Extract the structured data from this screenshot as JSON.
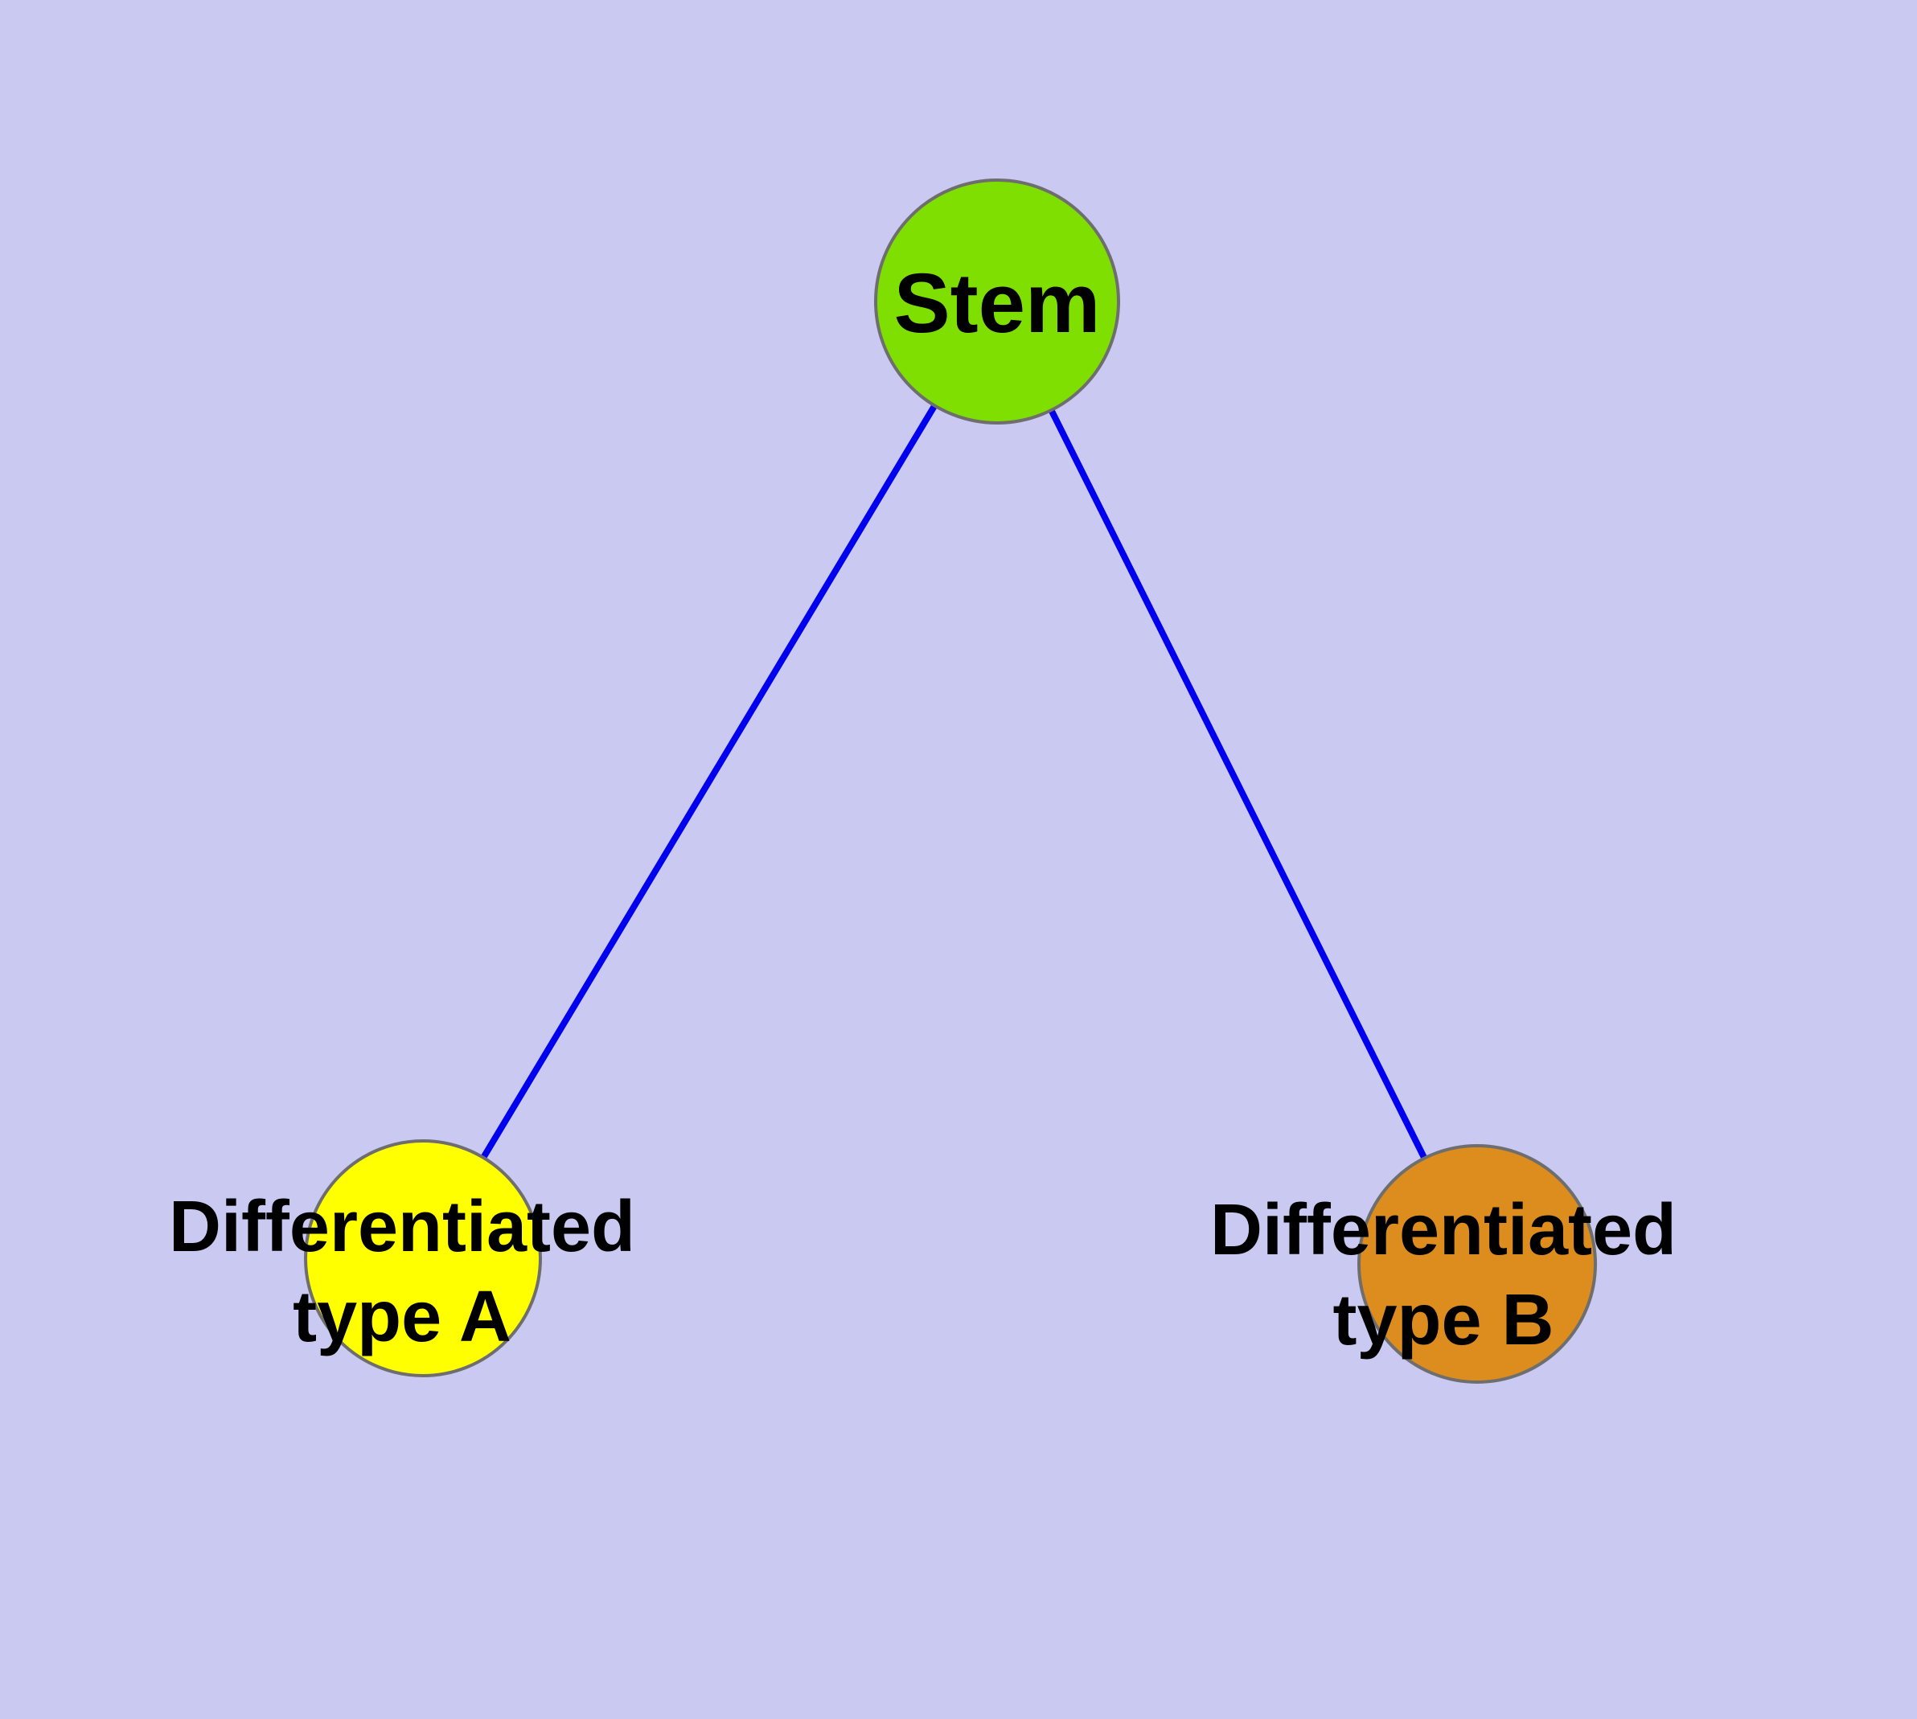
{
  "diagram": {
    "kind": "node-link-graph",
    "background_color": "#c9c9f2",
    "edge_color": "#0000ee",
    "node_stroke_color": "#6e6e6e",
    "label_color": "#000000",
    "nodes": [
      {
        "id": "stem",
        "label": "Stem",
        "fill": "#7fdf00"
      },
      {
        "id": "differentiated-type-a",
        "label": "Differentiated type A",
        "label_line1": "Differentiated",
        "label_line2": "type A",
        "fill": "#ffff00"
      },
      {
        "id": "differentiated-type-b",
        "label": "Differentiated type B",
        "label_line1": "Differentiated",
        "label_line2": "type B",
        "fill": "#dd8c1e"
      }
    ],
    "edges": [
      {
        "from": "Stem",
        "to": "Differentiated type A"
      },
      {
        "from": "Stem",
        "to": "Differentiated type B"
      }
    ]
  }
}
